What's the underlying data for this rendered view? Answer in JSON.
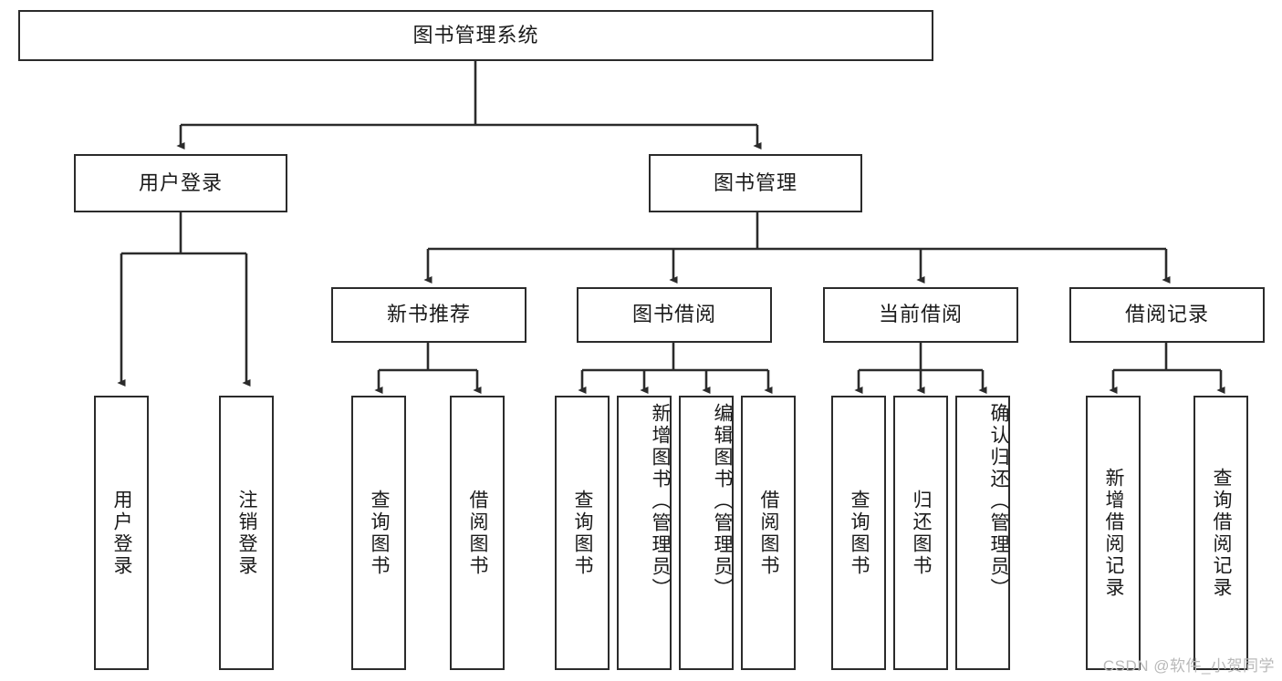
{
  "diagram": {
    "title": "图书管理系统",
    "type": "tree-hierarchy",
    "root": {
      "label": "图书管理系统",
      "children": [
        {
          "label": "用户登录",
          "children": [
            {
              "label": "用户登录"
            },
            {
              "label": "注销登录"
            }
          ]
        },
        {
          "label": "图书管理",
          "children": [
            {
              "label": "新书推荐",
              "children": [
                {
                  "label": "查询图书"
                },
                {
                  "label": "借阅图书"
                }
              ]
            },
            {
              "label": "图书借阅",
              "children": [
                {
                  "label": "查询图书"
                },
                {
                  "label": "新增图书（管理员）"
                },
                {
                  "label": "编辑图书（管理员）"
                },
                {
                  "label": "借阅图书"
                }
              ]
            },
            {
              "label": "当前借阅",
              "children": [
                {
                  "label": "查询图书"
                },
                {
                  "label": "归还图书"
                },
                {
                  "label": "确认归还（管理员）"
                }
              ]
            },
            {
              "label": "借阅记录",
              "children": [
                {
                  "label": "新增借阅记录"
                },
                {
                  "label": "查询借阅记录"
                }
              ]
            }
          ]
        }
      ]
    },
    "nodes": {
      "root": "图书管理系统",
      "l1_user_login": "用户登录",
      "l1_book_mgmt": "图书管理",
      "l2_new_book": "新书推荐",
      "l2_borrow": "图书借阅",
      "l2_current": "当前借阅",
      "l2_records": "借阅记录",
      "leaf_user_login": "用户登录",
      "leaf_logout": "注销登录",
      "leaf_nb_query": "查询图书",
      "leaf_nb_borrow": "借阅图书",
      "leaf_bb_query": "查询图书",
      "leaf_bb_add": "新增图书（管理员）",
      "leaf_bb_edit": "编辑图书（管理员）",
      "leaf_bb_borrow": "借阅图书",
      "leaf_cb_query": "查询图书",
      "leaf_cb_return": "归还图书",
      "leaf_cb_confirm": "确认归还（管理员）",
      "leaf_rec_add": "新增借阅记录",
      "leaf_rec_query": "查询借阅记录"
    },
    "colors": {
      "stroke": "#2b2b2b",
      "fill": "#ffffff",
      "text": "#1a1a1a",
      "watermark": "#b9b9b9"
    }
  },
  "watermark": {
    "text": "CSDN @软件_小贺同学"
  }
}
